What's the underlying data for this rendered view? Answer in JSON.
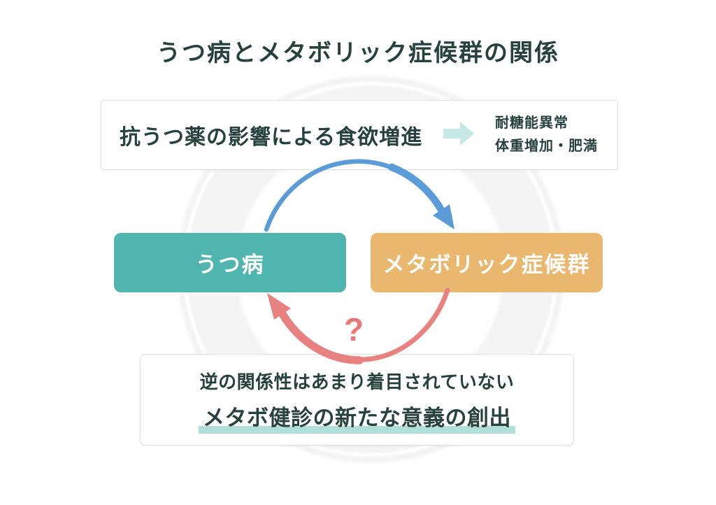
{
  "title": "うつ病とメタボリック症候群の関係",
  "top_box": {
    "cause": "抗うつ薬の影響による食欲増進",
    "arrow_icon": "right-block-arrow",
    "arrow_color": "#c5e8e5",
    "effects": [
      "耐糖能異常",
      "体重増加・肥満"
    ]
  },
  "nodes": {
    "depression": {
      "label": "うつ病",
      "color": "#50b5ae"
    },
    "metabolic": {
      "label": "メタボリック症候群",
      "color": "#e9b76e"
    }
  },
  "cycle": {
    "forward_arrow_color": "#5b9cd8",
    "reverse_arrow_color": "#e88281",
    "question_mark": "?",
    "question_color": "#e8797a"
  },
  "bottom_box": {
    "note": "逆の関係性はあまり着目されていない",
    "headline": "メタボ健診の新たな意義の創出",
    "underline_color": "#b2ded9"
  },
  "text_color": "#27423d",
  "background_color": "#ffffff"
}
